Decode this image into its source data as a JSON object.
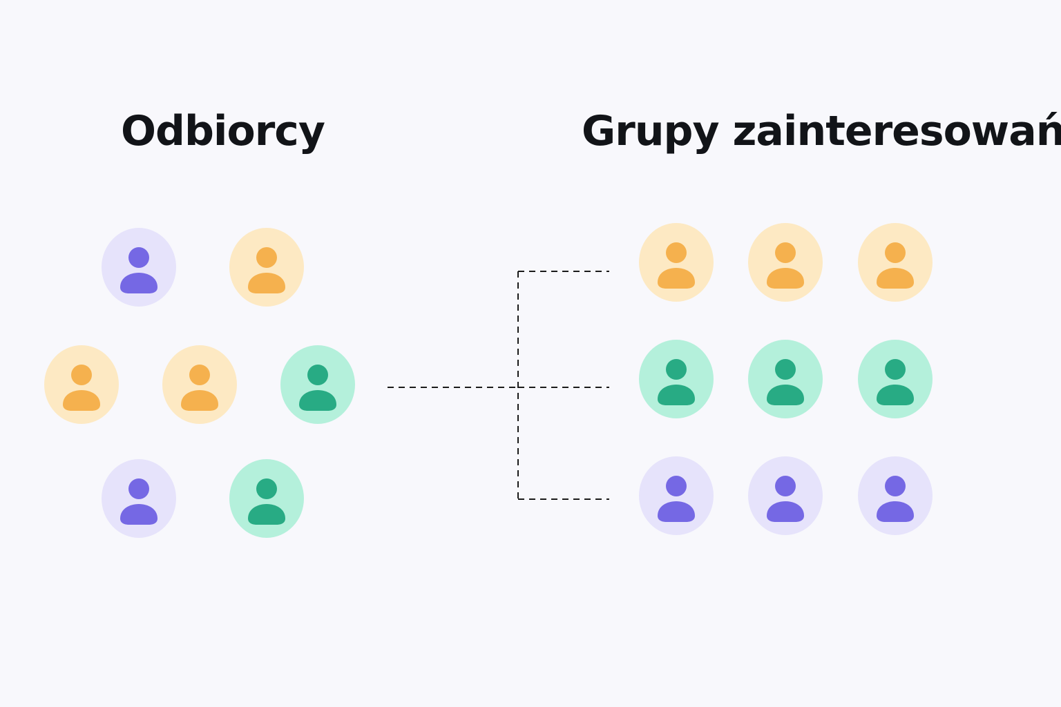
{
  "titles": {
    "left": "Odbiorcy",
    "right": "Grupy zainteresowań"
  },
  "palette": {
    "purple": {
      "bg": "#e6e3fb",
      "fg": "#7568e4"
    },
    "orange": {
      "bg": "#fde9c3",
      "fg": "#f5b14e"
    },
    "green": {
      "bg": "#b4f0db",
      "fg": "#28ab84"
    },
    "line": "#1a1a1a",
    "background": "#f8f8fc"
  },
  "icon": "user-icon",
  "recipients": [
    "purple",
    "orange",
    "orange",
    "orange",
    "green",
    "purple",
    "green"
  ],
  "groups": [
    [
      "orange",
      "orange",
      "orange"
    ],
    [
      "green",
      "green",
      "green"
    ],
    [
      "purple",
      "purple",
      "purple"
    ]
  ]
}
